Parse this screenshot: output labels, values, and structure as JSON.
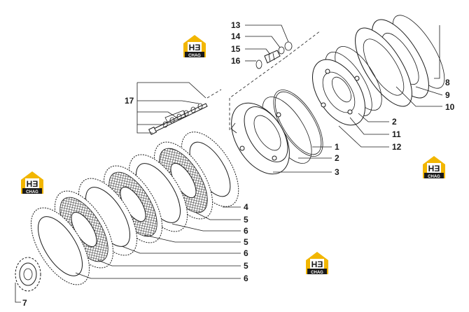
{
  "logo": {
    "mark": "HƎ",
    "word": "CHAG",
    "color": "#f2b600"
  },
  "callouts": {
    "c13": "13",
    "c14": "14",
    "c15": "15",
    "c16": "16",
    "c17": "17",
    "c8": "8",
    "c9": "9",
    "c10": "10",
    "c2a": "2",
    "c11": "11",
    "c12": "12",
    "c1": "1",
    "c2b": "2",
    "c3": "3",
    "c4": "4",
    "c5a": "5",
    "c6a": "6",
    "c5b": "5",
    "c6b": "6",
    "c5c": "5",
    "c6c": "6",
    "c7": "7"
  }
}
